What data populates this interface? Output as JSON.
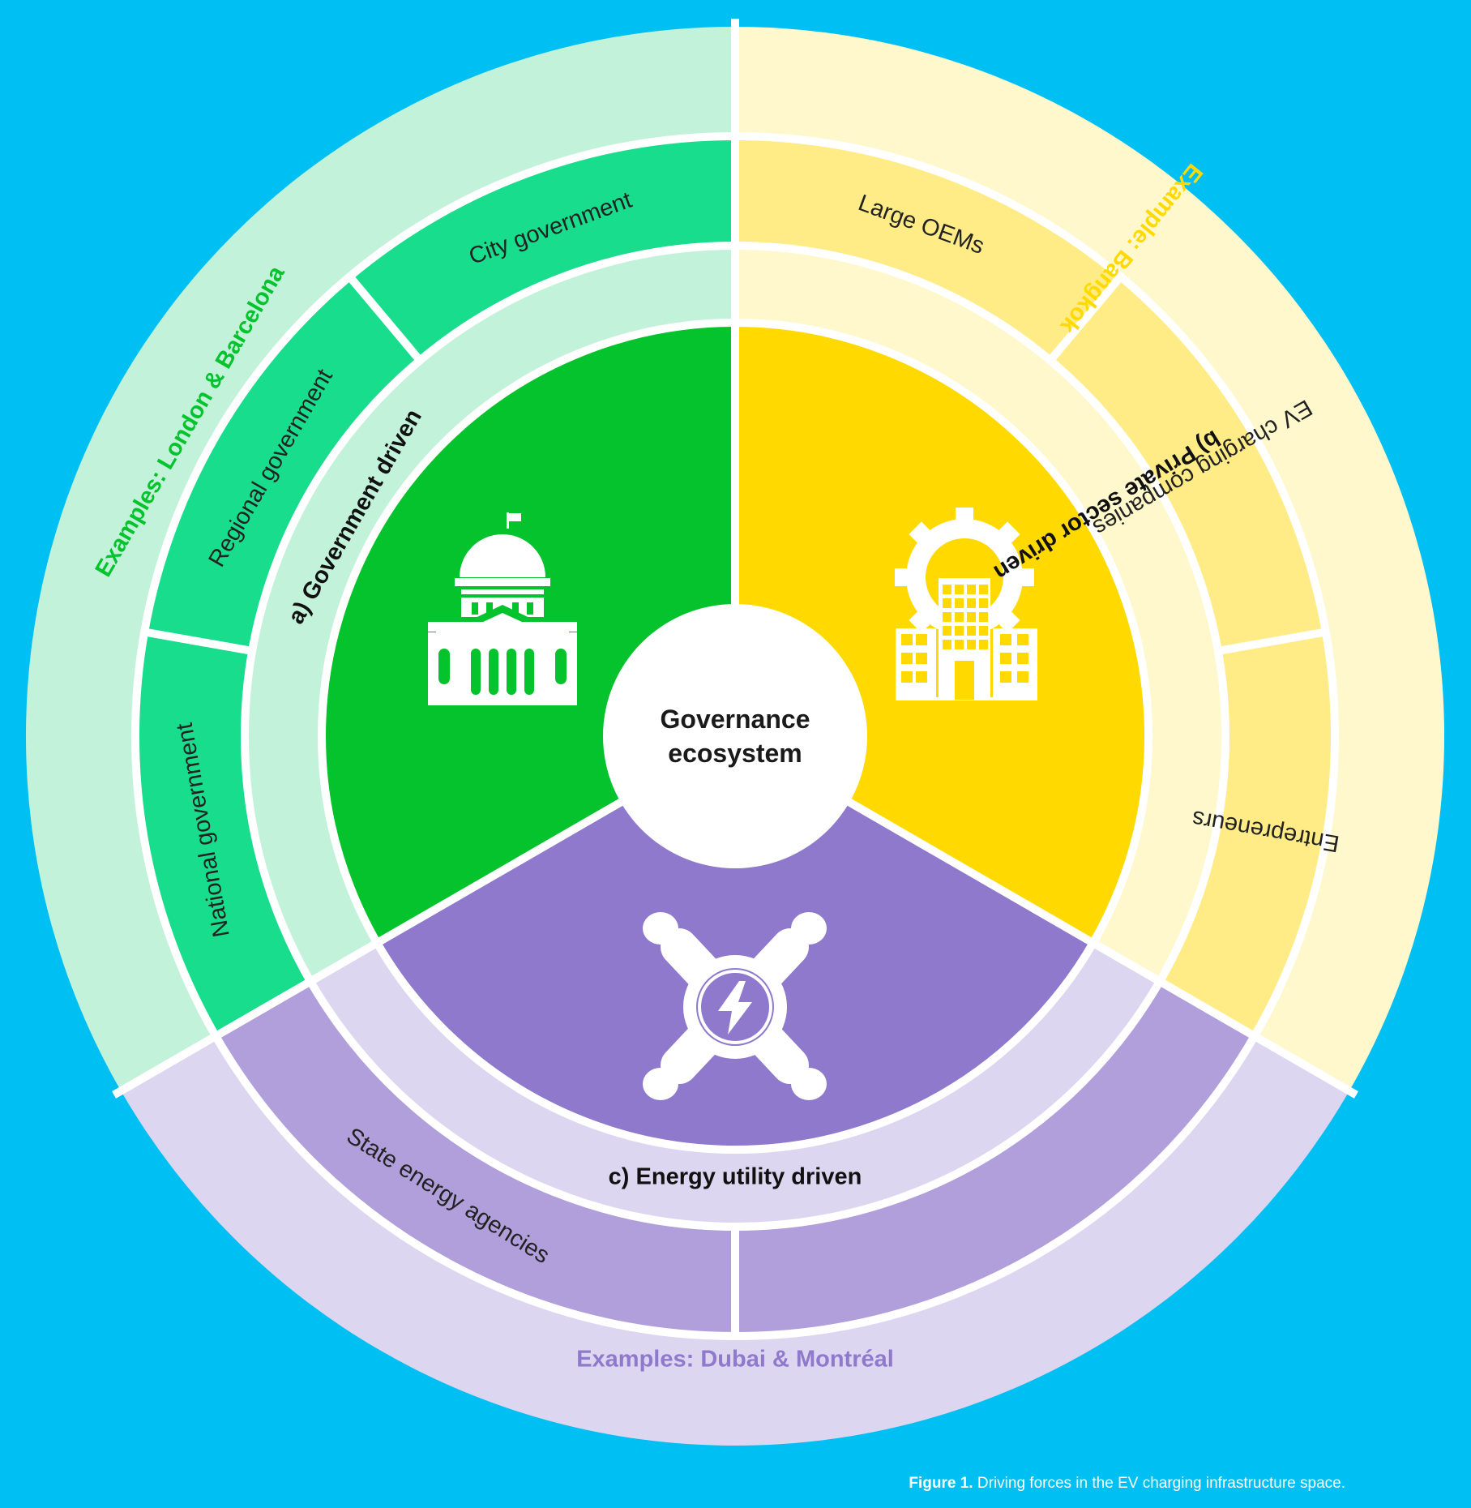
{
  "center": {
    "line1": "Governance",
    "line2": "ecosystem"
  },
  "sectors": {
    "government": {
      "label": "a) Government driven",
      "icon": "capitol-building-icon",
      "examples": "Examples: London & Barcelona",
      "actors": [
        "City government",
        "Regional government",
        "National government"
      ],
      "colors": {
        "core": "#04c32c",
        "actor": "#17dd8c",
        "band": "#c2f2da",
        "example_text": "#04c32c"
      }
    },
    "private": {
      "label": "b) Private sector driven",
      "icon": "factory-gear-icon",
      "examples": "Example: Bangkok",
      "actors": [
        "Large OEMs",
        "EV charging companies",
        "Entrepreneurs"
      ],
      "colors": {
        "core": "#ffd900",
        "actor": "#ffec86",
        "band": "#fff8cc",
        "example_text": "#ffd900"
      }
    },
    "utility": {
      "label": "c) Energy utility driven",
      "icon": "energy-people-icon",
      "examples": "Examples: Dubai & Montréal",
      "actors": [
        "State energy agencies"
      ],
      "colors": {
        "core": "#8f79cd",
        "actor": "#b09fdb",
        "band": "#dcd6f0",
        "example_text": "#8f79cd"
      }
    }
  },
  "caption": {
    "figure": "Figure 1.",
    "text": " Driving forces in the EV charging infrastructure space."
  }
}
